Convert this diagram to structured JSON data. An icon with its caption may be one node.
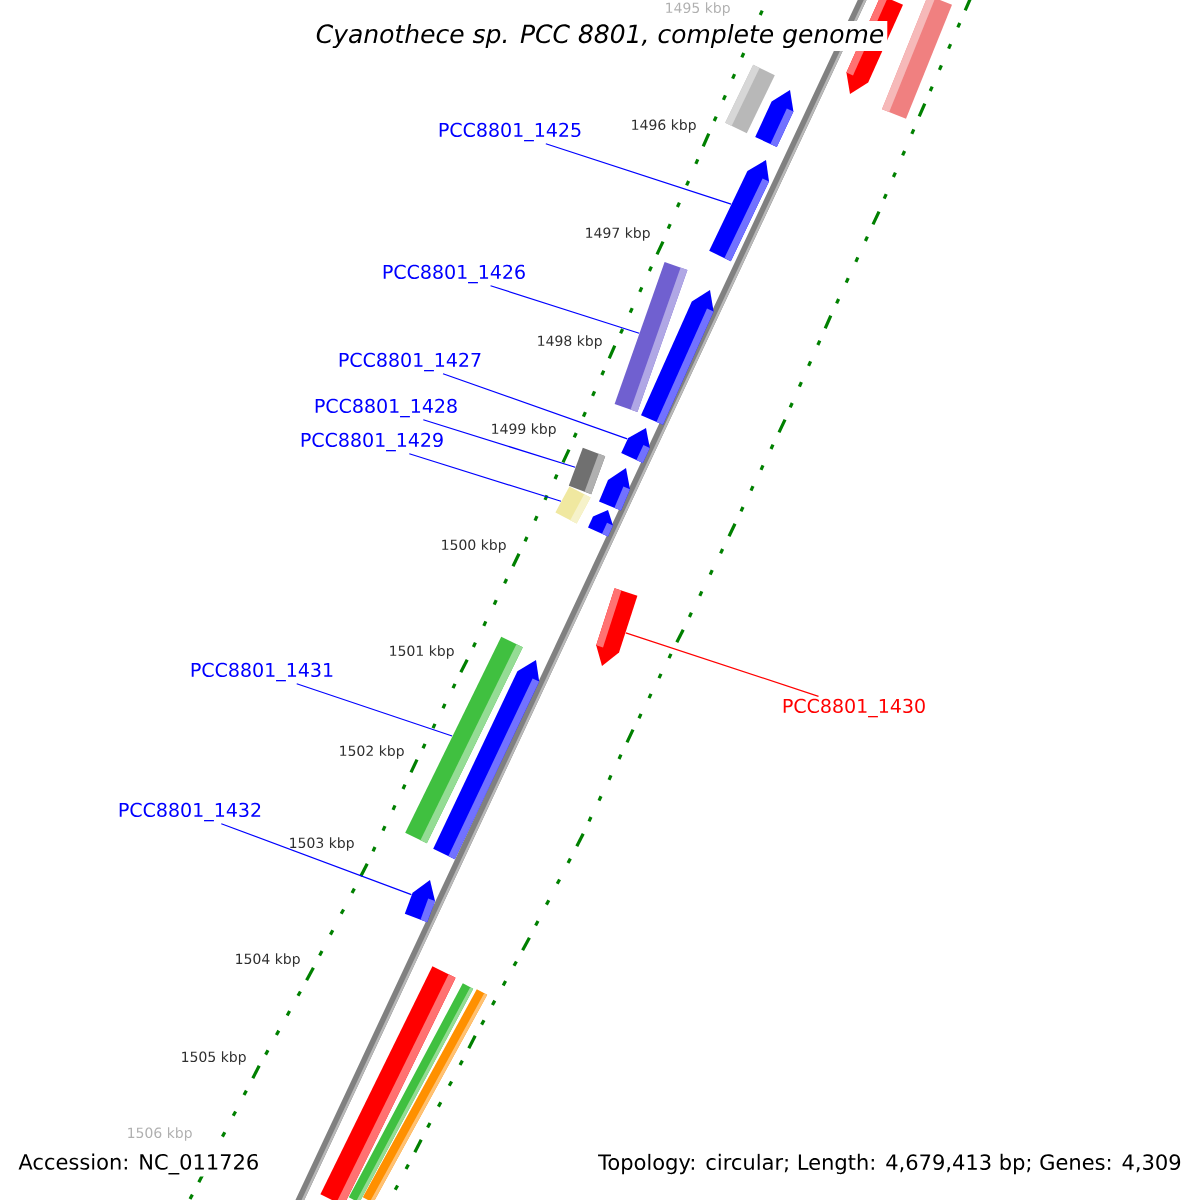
{
  "diagram": {
    "title": "Cyanothece sp. PCC 8801, complete genome",
    "nodes": [
      {
        "text": [
          "PCC8801_1425"
        ]
      },
      {
        "text": [
          "PCC8801_1426"
        ]
      },
      {
        "text": [
          "PCC8801_1427"
        ]
      },
      {
        "text": [
          "PCC8801_1428"
        ]
      },
      {
        "text": [
          "PCC8801_1429"
        ]
      },
      {
        "text": [
          "PCC8801_1430"
        ]
      },
      {
        "text": [
          "PCC8801_1431"
        ]
      },
      {
        "text": [
          "PCC8801_1432"
        ]
      },
      {
        "text": [],
        "shape": "pentagon"
      },
      {
        "text": [],
        "shape": "box"
      },
      {
        "text": [],
        "shape": "box"
      },
      {
        "text": [],
        "shape": "pentagon"
      },
      {
        "text": [],
        "shape": "pentagon"
      },
      {
        "text": [],
        "shape": "box"
      },
      {
        "text": [],
        "shape": "pentagon"
      },
      {
        "text": [],
        "shape": "pentagon"
      },
      {
        "text": [],
        "shape": "box"
      },
      {
        "text": [],
        "shape": "pentagon"
      },
      {
        "text": [],
        "shape": "box"
      },
      {
        "text": [],
        "shape": "pentagon"
      },
      {
        "text": [],
        "shape": "pentagon"
      },
      {
        "text": [],
        "shape": "box"
      },
      {
        "text": [],
        "shape": "pentagon"
      },
      {
        "text": [],
        "shape": "pentagon"
      },
      {
        "text": [],
        "shape": "box"
      },
      {
        "text": [],
        "shape": "box"
      },
      {
        "text": [],
        "shape": "box"
      }
    ],
    "edges": [
      {
        "from": 0,
        "to": 12,
        "arrow": "none"
      },
      {
        "from": 1,
        "to": 13,
        "arrow": "none"
      },
      {
        "from": 2,
        "to": 15,
        "arrow": "none"
      },
      {
        "from": 3,
        "to": 16,
        "arrow": "none"
      },
      {
        "from": 4,
        "to": 18,
        "arrow": "none"
      },
      {
        "from": 5,
        "to": 20,
        "arrow": "none",
        "color": "#ff0000"
      },
      {
        "from": 6,
        "to": 21,
        "arrow": "none"
      },
      {
        "from": 7,
        "to": 23,
        "arrow": "none"
      }
    ],
    "labels": [
      "1495 kbp",
      "1496 kbp",
      "1497 kbp",
      "1498 kbp",
      "1499 kbp",
      "1500 kbp",
      "1501 kbp",
      "1502 kbp",
      "1503 kbp",
      "1504 kbp",
      "1505 kbp",
      "1506 kbp",
      "Accession: NC_011726",
      "Topology: circular; Length: 4,679,413 bp; Genes: 4,309"
    ]
  }
}
